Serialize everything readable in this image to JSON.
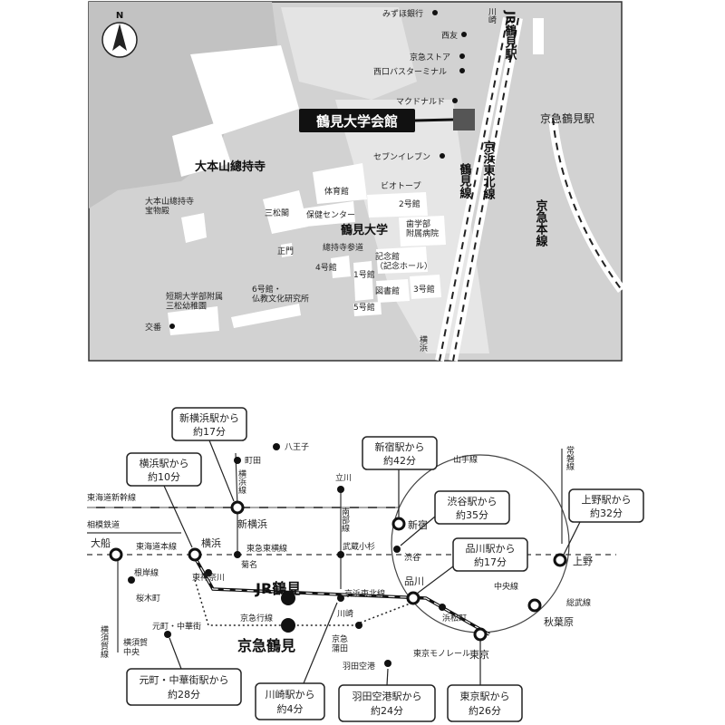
{
  "top_map": {
    "north": "N",
    "venue": "鶴見大学会館",
    "jr_station": "JR鶴見駅",
    "keikyu_station": "京急鶴見駅",
    "lines": {
      "keihin_tohoku": "京浜東北線",
      "tsurumi": "鶴見線",
      "keikyu_main": "京急本線"
    },
    "poi": {
      "mizuho": "みずほ銀行",
      "seiyu": "西友",
      "keikyu_store": "京急ストア",
      "west_bus": "西口バスターミナル",
      "mcdonalds": "マクドナルド",
      "seven": "セブンイレブン",
      "temple": "大本山總持寺",
      "treasure": "大本山總持寺\n宝物殿",
      "university": "鶴見大学",
      "gym": "体育館",
      "health": "保健センター",
      "sanshokaku": "三松閣",
      "gate": "正門",
      "sando": "總持寺参道",
      "vio": "ビオトープ",
      "bldg2": "2号館",
      "dental": "歯学部\n附属病院",
      "bldg4": "4号館",
      "bldg1": "1号館",
      "kinen": "記念館\n（記念ホール）",
      "library": "図書館",
      "bldg3": "3号館",
      "bldg5": "5号館",
      "bldg6": "6号館・\n仏教文化研究所",
      "kindergarten": "短期大学部附属\n三松幼稚園",
      "koban": "交番",
      "yokohama_dir": "横浜",
      "kawasaki_dir": "川崎"
    }
  },
  "route_map": {
    "lines": {
      "tokaido_shinkansen": "東海道新幹線",
      "sotetsu": "相模鉄道",
      "tokaido_main": "東海道本線",
      "negishi": "根岸線",
      "yokosuka": "横須賀線",
      "yokohama_line": "横浜線",
      "nanbu": "南部線",
      "tokyu_toyoko": "東急東横線",
      "keikyu": "京急行線",
      "keihin_tohoku": "京浜東北線",
      "yamanote": "山手線",
      "joban": "常磐線",
      "chuo": "中央線",
      "sobu": "総武線",
      "tokyo_monorail": "東京モノレール",
      "tokyu_toyoko2": "東神奈川"
    },
    "stations": {
      "hachioji": "八王子",
      "machida": "町田",
      "tachikawa": "立川",
      "shinyokohama": "新横浜",
      "shinjuku": "新宿",
      "ofuna": "大船",
      "yokohama": "横浜",
      "kikuna": "菊名",
      "musashikosugi": "武蔵小杉",
      "shibuya": "渋谷",
      "shinagawa": "品川",
      "ueno": "上野",
      "sakuragicho": "桜木町",
      "higashikanagawa": "東神奈川",
      "jr_tsurumi": "JR鶴見",
      "kawasaki": "川崎",
      "hamamatsucho": "浜松町",
      "akihabara": "秋葉原",
      "motomachi": "元町・中華街",
      "keikyu_tsurumi": "京急鶴見",
      "yokosuka_chuo": "横須賀\n中央",
      "keikyu_kamata": "京急\n蒲田",
      "haneda": "羽田空港",
      "tokyo": "東京"
    },
    "callouts": [
      {
        "from": "新横浜駅から",
        "time": "約17分"
      },
      {
        "from": "横浜駅から",
        "time": "約10分"
      },
      {
        "from": "新宿駅から",
        "time": "約42分"
      },
      {
        "from": "渋谷駅から",
        "time": "約35分"
      },
      {
        "from": "品川駅から",
        "time": "約17分"
      },
      {
        "from": "上野駅から",
        "time": "約32分"
      },
      {
        "from": "元町・中華街駅から",
        "time": "約28分"
      },
      {
        "from": "川崎駅から",
        "time": "約4分"
      },
      {
        "from": "羽田空港駅から",
        "time": "約24分"
      },
      {
        "from": "東京駅から",
        "time": "約26分"
      }
    ]
  }
}
